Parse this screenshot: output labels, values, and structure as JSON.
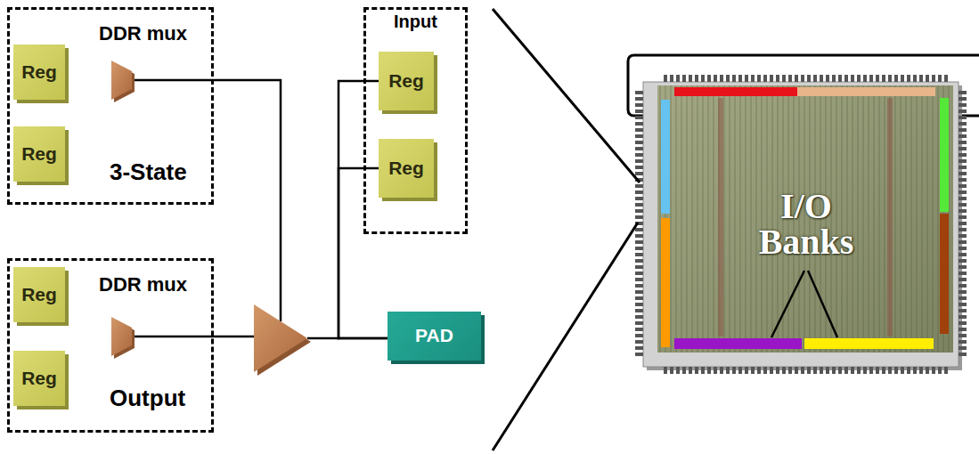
{
  "diagram": {
    "nodes": [
      {
        "text": [
          "DDR mux",
          "3-State"
        ]
      },
      {
        "text": [
          "Reg"
        ],
        "in": 0
      },
      {
        "text": [
          "Reg"
        ],
        "in": 0
      },
      {
        "text": [
          "Input"
        ]
      },
      {
        "text": [
          "Reg"
        ],
        "in": 3
      },
      {
        "text": [
          "Reg"
        ],
        "in": 3
      },
      {
        "text": [
          "DDR mux",
          "Output"
        ]
      },
      {
        "text": [
          "Reg"
        ],
        "in": 6
      },
      {
        "text": [
          "Reg"
        ],
        "in": 6
      },
      {
        "text": [
          "PAD"
        ]
      }
    ],
    "edges": [
      {
        "from": 9,
        "to": 4,
        "arrow": "none"
      },
      {
        "from": 9,
        "to": 5,
        "arrow": "none"
      }
    ],
    "labels": [
      "I/O Banks"
    ]
  }
}
